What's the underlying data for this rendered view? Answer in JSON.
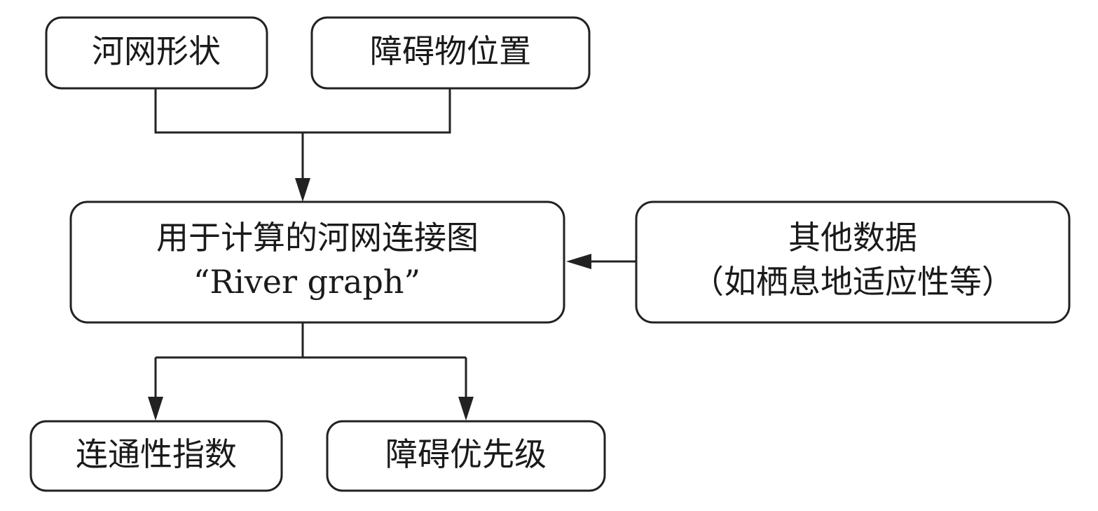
{
  "nodes": {
    "river_shape": "河网形状",
    "barrier_location": "障碍物位置",
    "river_graph_line1": "用于计算的河网连接图",
    "river_graph_line2": "“River graph”",
    "other_data_line1": "其他数据",
    "other_data_line2": "（如栖息地适应性等）",
    "connectivity_index": "连通性指数",
    "barrier_priority": "障碍优先级"
  },
  "colors": {
    "stroke": "#222222",
    "background": "#ffffff"
  }
}
